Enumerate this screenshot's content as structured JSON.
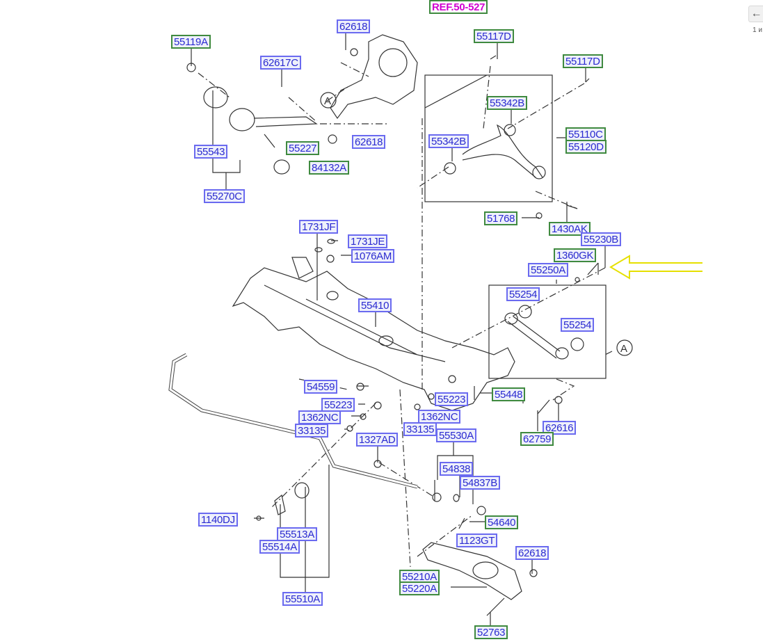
{
  "viewer": {
    "back_icon": "arrow-left-icon",
    "page_count": "1 и"
  },
  "ref_label": "REF.50-527",
  "callout_letter": "A",
  "colors": {
    "label_text": "#2a2ad0",
    "border_blue": "#6a6af0",
    "border_green": "#3f8a3f",
    "ref_text": "#d000d0",
    "pointer_arrow": "#f0f000"
  },
  "labels": [
    {
      "text": "62618",
      "border": "blue"
    },
    {
      "text": "55119A",
      "border": "green"
    },
    {
      "text": "55117D",
      "border": "green"
    },
    {
      "text": "62617C",
      "border": "blue"
    },
    {
      "text": "55117D",
      "border": "green"
    },
    {
      "text": "55342B",
      "border": "green"
    },
    {
      "text": "55110C",
      "border": "green"
    },
    {
      "text": "55120D",
      "border": "green"
    },
    {
      "text": "55342B",
      "border": "blue"
    },
    {
      "text": "55543",
      "border": "blue"
    },
    {
      "text": "55227",
      "border": "green"
    },
    {
      "text": "62618",
      "border": "blue"
    },
    {
      "text": "84132A",
      "border": "green"
    },
    {
      "text": "55270C",
      "border": "blue"
    },
    {
      "text": "51768",
      "border": "green"
    },
    {
      "text": "1430AK",
      "border": "green"
    },
    {
      "text": "1731JF",
      "border": "blue"
    },
    {
      "text": "1731JE",
      "border": "blue"
    },
    {
      "text": "55230B",
      "border": "blue"
    },
    {
      "text": "1076AM",
      "border": "blue"
    },
    {
      "text": "1360GK",
      "border": "green"
    },
    {
      "text": "55250A",
      "border": "blue"
    },
    {
      "text": "55254",
      "border": "blue"
    },
    {
      "text": "55410",
      "border": "blue"
    },
    {
      "text": "55254",
      "border": "blue"
    },
    {
      "text": "54559",
      "border": "blue"
    },
    {
      "text": "55223",
      "border": "blue"
    },
    {
      "text": "55448",
      "border": "green"
    },
    {
      "text": "55223",
      "border": "blue"
    },
    {
      "text": "1362NC",
      "border": "blue"
    },
    {
      "text": "1362NC",
      "border": "blue"
    },
    {
      "text": "33135",
      "border": "blue"
    },
    {
      "text": "33135",
      "border": "blue"
    },
    {
      "text": "1327AD",
      "border": "blue"
    },
    {
      "text": "55530A",
      "border": "blue"
    },
    {
      "text": "62616",
      "border": "blue"
    },
    {
      "text": "62759",
      "border": "green"
    },
    {
      "text": "54838",
      "border": "blue"
    },
    {
      "text": "54837B",
      "border": "blue"
    },
    {
      "text": "1140DJ",
      "border": "blue"
    },
    {
      "text": "54640",
      "border": "green"
    },
    {
      "text": "55513A",
      "border": "blue"
    },
    {
      "text": "1123GT",
      "border": "blue"
    },
    {
      "text": "55514A",
      "border": "blue"
    },
    {
      "text": "62618",
      "border": "blue"
    },
    {
      "text": "55210A",
      "border": "green"
    },
    {
      "text": "55220A",
      "border": "green"
    },
    {
      "text": "55510A",
      "border": "blue"
    },
    {
      "text": "52763",
      "border": "green"
    }
  ]
}
